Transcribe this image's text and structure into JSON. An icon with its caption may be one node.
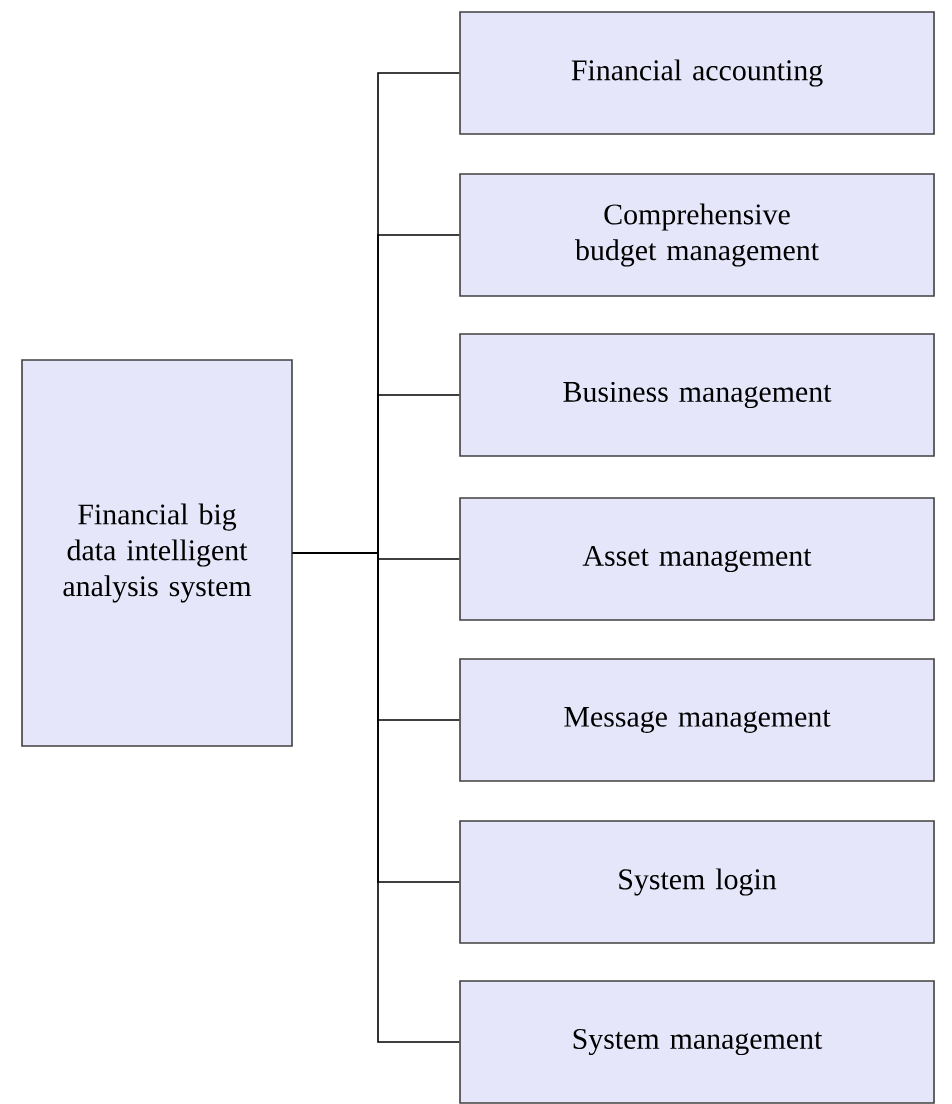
{
  "diagram": {
    "nodes": [
      {
        "text": [
          "Financial big data intelligent analysis system"
        ]
      },
      {
        "text": [
          "Financial accounting"
        ]
      },
      {
        "text": [
          "Comprehensive budget management"
        ]
      },
      {
        "text": [
          "Business management"
        ]
      },
      {
        "text": [
          "Asset management"
        ]
      },
      {
        "text": [
          "Message management"
        ]
      },
      {
        "text": [
          "System login"
        ]
      },
      {
        "text": [
          "System management"
        ]
      }
    ],
    "edges": [
      {
        "from": 0,
        "to": 1,
        "arrow": "none"
      },
      {
        "from": 0,
        "to": 2,
        "arrow": "none"
      },
      {
        "from": 0,
        "to": 3,
        "arrow": "none"
      },
      {
        "from": 0,
        "to": 4,
        "arrow": "none"
      },
      {
        "from": 0,
        "to": 5,
        "arrow": "none"
      },
      {
        "from": 0,
        "to": 6,
        "arrow": "none"
      },
      {
        "from": 0,
        "to": 7,
        "arrow": "none"
      }
    ]
  }
}
